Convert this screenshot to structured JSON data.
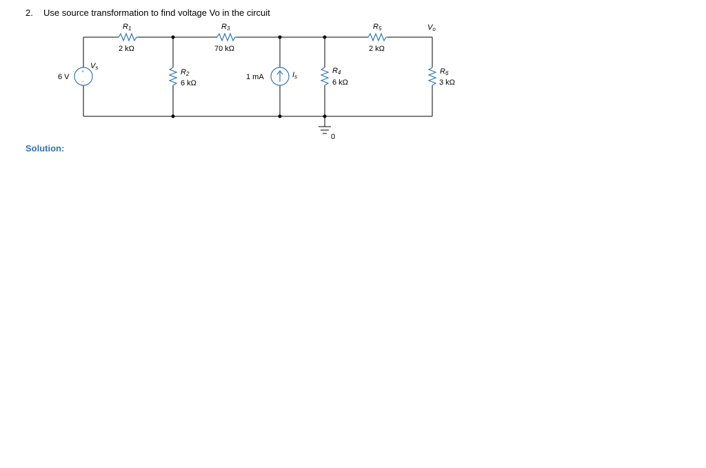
{
  "problem": {
    "number": "2.",
    "text": "Use source transformation to find voltage Vo in the circuit"
  },
  "circuit": {
    "voltage_source": {
      "value": "6 V",
      "name": "V",
      "sub": "s",
      "plus": "+",
      "minus": "−"
    },
    "current_source": {
      "value": "1 mA",
      "name": "I",
      "sub": "s"
    },
    "resistors": {
      "r1": {
        "name": "R",
        "sub": "1",
        "value": "2 kΩ"
      },
      "r2": {
        "name": "R",
        "sub": "2",
        "value": "6 kΩ"
      },
      "r3": {
        "name": "R",
        "sub": "3",
        "value": "70 kΩ"
      },
      "r4": {
        "name": "R",
        "sub": "4",
        "value": "6 kΩ"
      },
      "r5": {
        "name": "R",
        "sub": "5",
        "value": "2 kΩ"
      },
      "r6": {
        "name": "R",
        "sub": "6",
        "value": "3 kΩ"
      }
    },
    "output": {
      "name": "V",
      "sub": "o"
    },
    "ground": {
      "label": "0"
    }
  },
  "solution": {
    "label": "Solution:"
  },
  "colors": {
    "component": "#2e74b5",
    "wire": "#000000",
    "solution_label": "#2e74b5"
  }
}
